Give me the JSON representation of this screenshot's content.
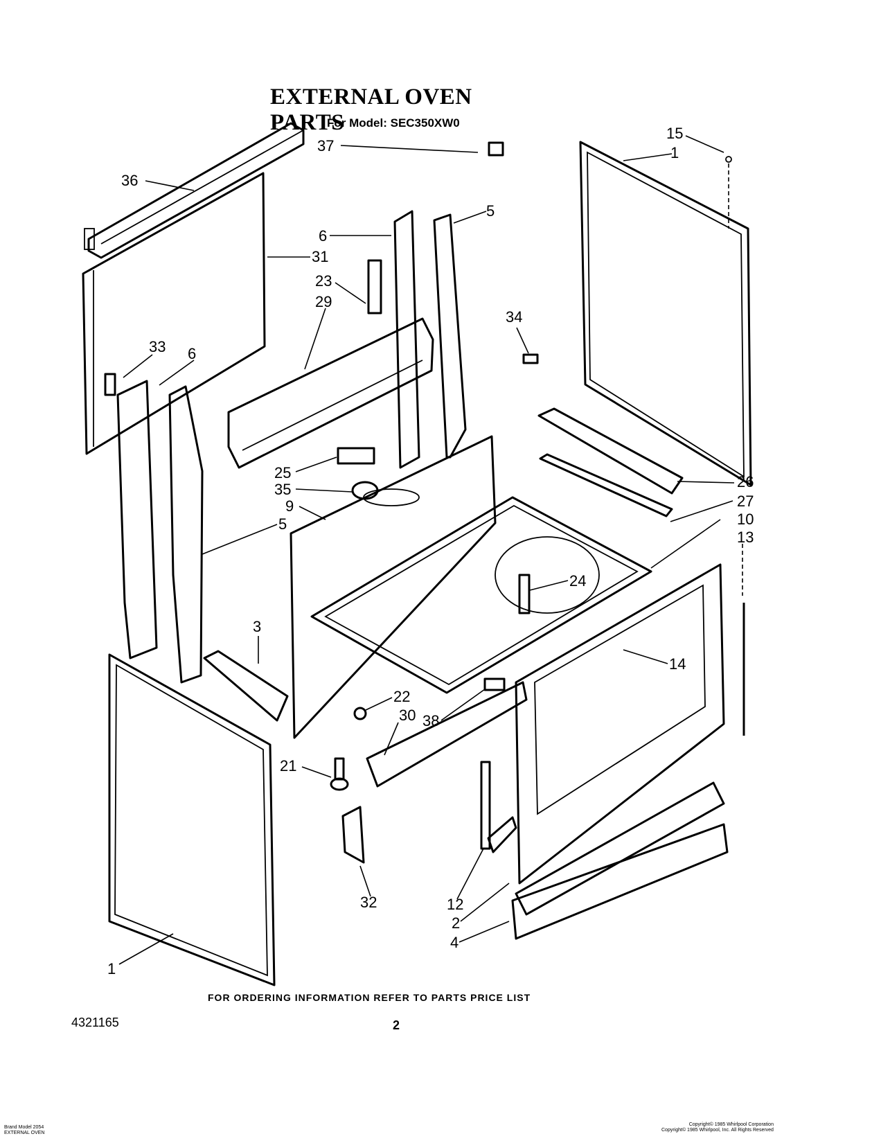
{
  "header": {
    "title": "EXTERNAL OVEN PARTS",
    "model_line": "For Model: SEC350XW0"
  },
  "footer": {
    "ordering_note": "FOR ORDERING INFORMATION REFER TO PARTS PRICE LIST",
    "doc_number": "4321165",
    "page_number": "2",
    "bottom_left_lines": [
      "Brand Model 2054",
      "EXTERNAL OVEN"
    ],
    "copyright_lines": [
      "Copyright© 1985 Whirlpool Corporation",
      "Copyright© 1985 Whirlpool, Inc. All Rights Reserved"
    ]
  },
  "callouts": [
    "37",
    "36",
    "15",
    "1",
    "31",
    "6",
    "5",
    "23",
    "29",
    "34",
    "33",
    "6",
    "25",
    "35",
    "26",
    "9",
    "27",
    "5",
    "10",
    "13",
    "24",
    "3",
    "14",
    "22",
    "30",
    "38",
    "21",
    "12",
    "32",
    "2",
    "4",
    "1"
  ]
}
